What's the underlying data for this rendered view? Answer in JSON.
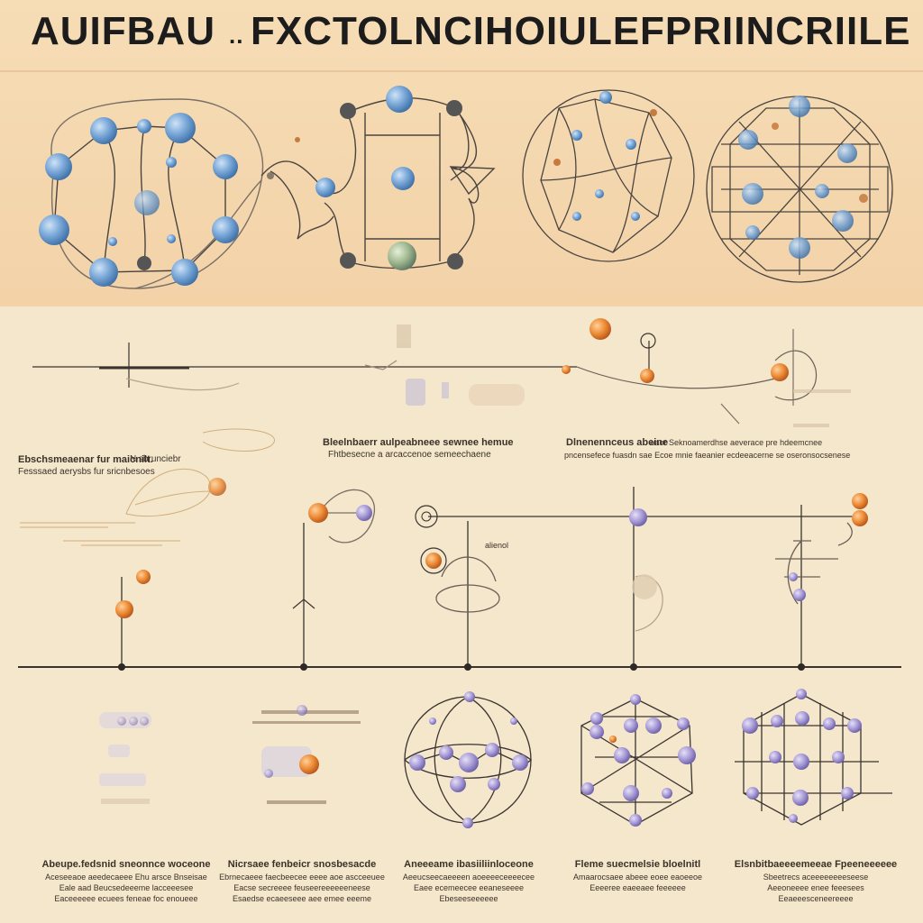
{
  "title": {
    "part1": "AUIFBAU",
    "sep": "..",
    "part2": "FXCTOLNCIHOIULE",
    "part3": "FPRIINCRIILE"
  },
  "captions": {
    "mid_left_title": "Ebschsmeaenar fur maicnilt.",
    "mid_left_title_b": "N sbrunciebr",
    "mid_left_line2": "Fesssaed aerysbs fur sricnbesoes",
    "mid_center_title": "Bleelnbaerr aulpeabneee sewnee hemue",
    "mid_center_line2": "Fhtbesecne a arcaccenoe semeechaene",
    "mid_right_title": "Dlnenennceus abeine",
    "mid_right_title_b": "waor  Seknoamerdhse aeverace pre hdeemcnee",
    "mid_right_line2": "pncensefece fuasdn sae  Ecoe mnie faeanier ecdeeacerne se oseronsocsenese",
    "mid_small_label": "alienol",
    "bottom_1_title": "Abeupe.fedsnid sneonnce woceone",
    "bottom_1_l2": "Aceseeaoe aeedecaeee  Ehu arsce Bnseisae",
    "bottom_1_l3": "Eale aad Beucsedeeeme lacceeesee",
    "bottom_1_l4": "Eaceeeeee ecuees feneae foc enoueee",
    "bottom_2_title": "Nicrsaee fenbeicr snosbesacde",
    "bottom_2_l2": "Ebrnecaeee faecbeecee eeee  aoe ascceeuee",
    "bottom_2_l3": "Eacse secreeee feuseereeeeeeneese",
    "bottom_2_l4": "Esaedse ecaeeseee aee emee eeeme",
    "bottom_3_title": "Aneeeame ibasiiliinloceone",
    "bottom_3_l2": "Aeeucseecaeeeen aoeeeeceeeecee",
    "bottom_3_l3": "Eaee ecemeecee eeaneseeee",
    "bottom_3_l4": "Ebeseeseeeeee",
    "bottom_4_title": "Fleme suecmelsie bloelnitl",
    "bottom_4_l2": "Amaarocsaee abeee eoee eaoeeoe",
    "bottom_4_l3": "Eeeeree eaeeaee feeeeee",
    "bottom_5_title": "Elsnbitbaeeeemeeae Fpeeneeeeee",
    "bottom_5_l2": "Sbeetrecs aceeeeeeeeseese",
    "bottom_5_l3": "Aeeoneeee enee feeesees",
    "bottom_5_l4": "Eeaeeesceneereeee"
  },
  "colors": {
    "blue_node": "#6f9fd2",
    "orange_node": "#e47c2a",
    "violet_node": "#9d8fcf",
    "line": "#3a3330"
  }
}
